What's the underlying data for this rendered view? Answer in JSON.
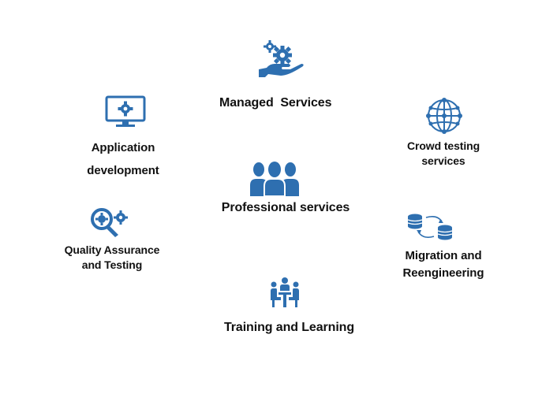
{
  "colors": {
    "primary": "#2e6fb0",
    "text": "#111111",
    "background": "#ffffff"
  },
  "services": {
    "managed": {
      "line1": "Managed  Services",
      "icon": "gears-hand-icon"
    },
    "application": {
      "line1": "Application",
      "line2": "development",
      "icon": "monitor-gear-icon"
    },
    "crowd": {
      "line1": "Crowd testing",
      "line2": "services",
      "icon": "globe-network-icon"
    },
    "professional": {
      "line1": "Professional services",
      "icon": "team-people-icon"
    },
    "qa": {
      "line1": "Quality Assurance",
      "line2": "and Testing",
      "icon": "magnifier-gears-icon"
    },
    "migration": {
      "line1": "Migration and",
      "line2": "Reengineering",
      "icon": "database-transfer-icon"
    },
    "training": {
      "line1": "Training and Learning",
      "icon": "meeting-training-icon"
    }
  }
}
